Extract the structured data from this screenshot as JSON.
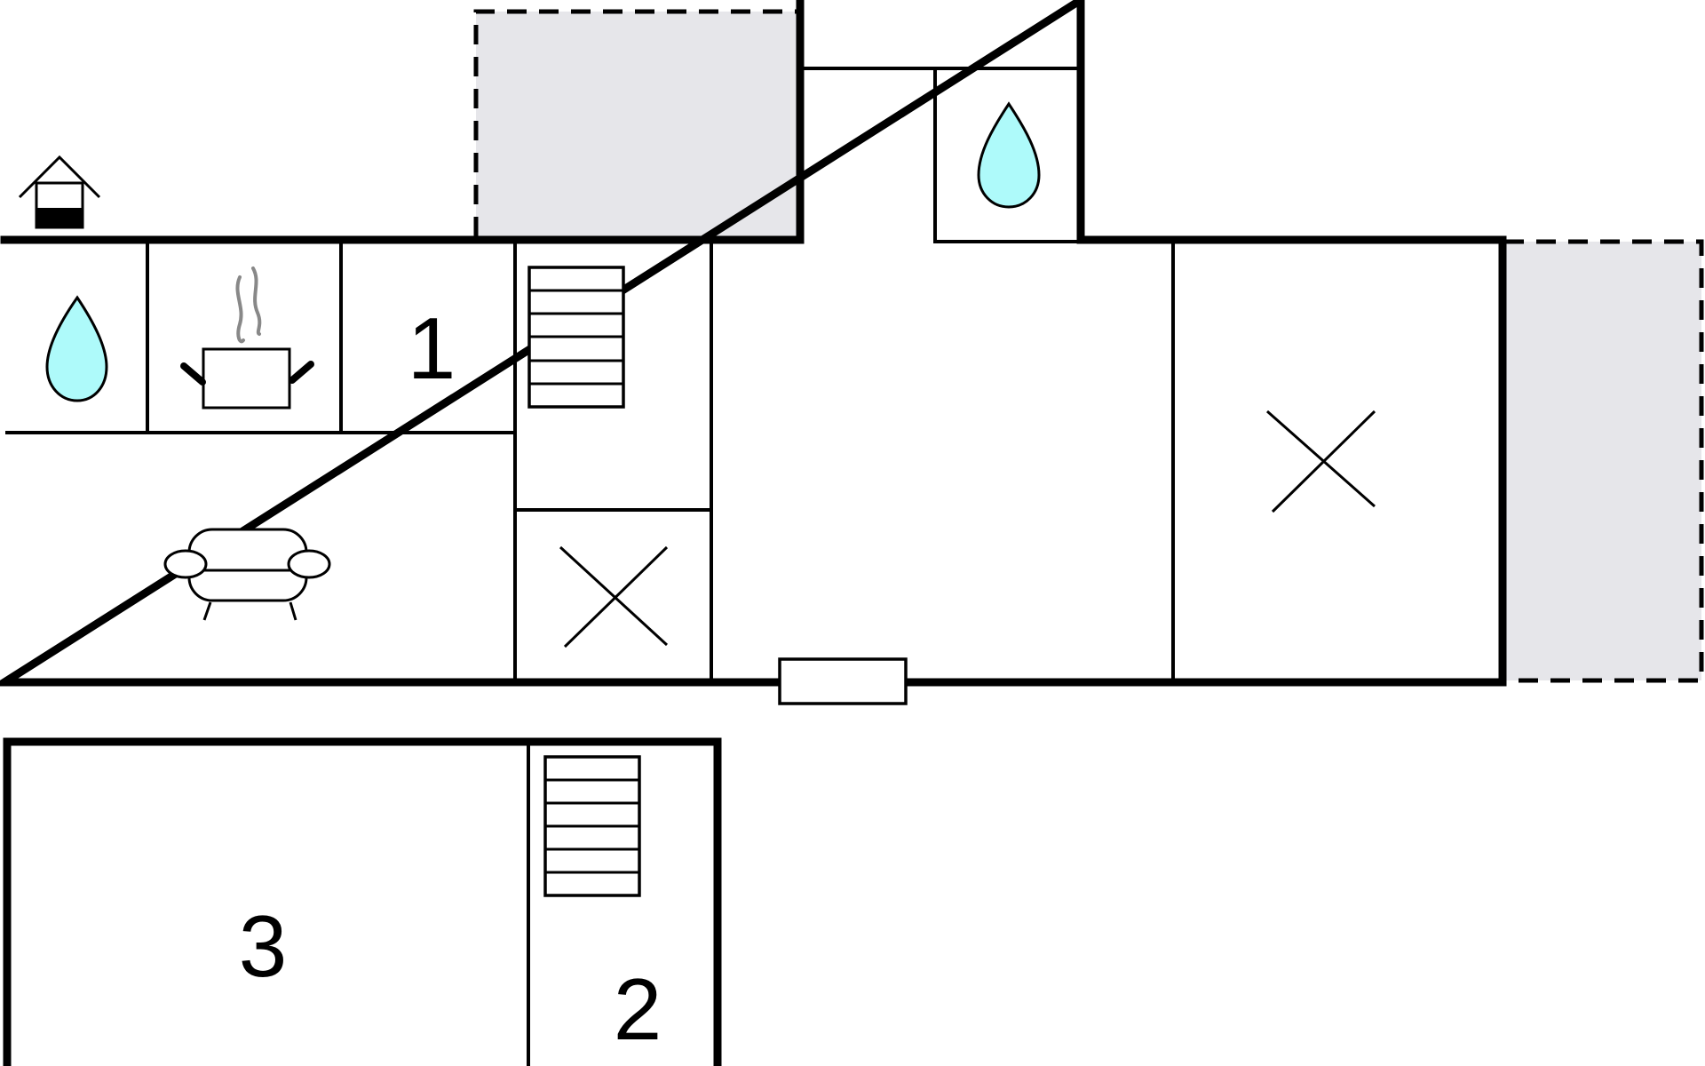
{
  "plan": {
    "room_numbers": {
      "room_1": "1",
      "room_2": "2",
      "room_3": "3"
    },
    "icons": {
      "water": "water-drop-icon",
      "kitchen": "cooking-pot-icon",
      "living": "sofa-icon",
      "bed": "bed-cross-icon",
      "stairs": "stairs-icon",
      "exit": "house-exit-icon",
      "door": "entrance-door-icon"
    },
    "colors": {
      "terrace": "#e6e6ea",
      "water": "#aefafa",
      "wall": "#000000",
      "steam": "#888888"
    }
  }
}
